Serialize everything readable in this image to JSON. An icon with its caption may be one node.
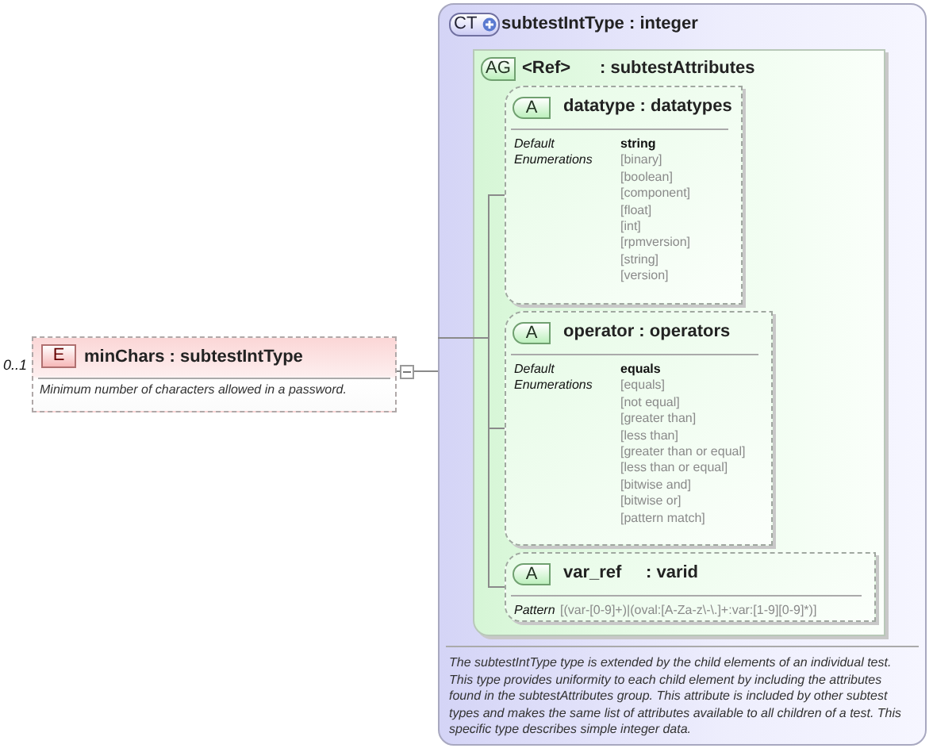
{
  "diagram": {
    "nodes": [
      {
        "text": [
          "E",
          "minChars : subtestIntType",
          "Minimum number of characters allowed in a password."
        ],
        "beside": [
          "0..1"
        ]
      },
      {
        "text": [
          "CT",
          "subtestIntType : integer",
          "The subtestIntType type is extended by the child elements of an individual test. This type provides uniformity to each child element by including the attributes found in the subtestAttributes group. This attribute is included by other subtest types and makes the same list of attributes available to all children of a test. This specific type describes simple integer data."
        ]
      },
      {
        "text": [
          "AG",
          "<Ref>",
          ": subtestAttributes"
        ],
        "in": 1
      },
      {
        "text": [
          "A",
          "datatype : datatypes",
          "Default",
          "Enumerations",
          "string",
          "[binary]",
          "[boolean]",
          "[component]",
          "[float]",
          "[int]",
          "[rpmversion]",
          "[string]",
          "[version]"
        ],
        "in": 2
      },
      {
        "text": [
          "A",
          "operator : operators",
          "Default",
          "Enumerations",
          "equals",
          "[equals]",
          "[not equal]",
          "[greater than]",
          "[less than]",
          "[greater than or equal]",
          "[less than or equal]",
          "[bitwise and]",
          "[bitwise or]",
          "[pattern match]"
        ],
        "in": 2
      },
      {
        "text": [
          "A",
          "var_ref",
          ": varid",
          "Pattern",
          "[(var-[0-9]+)|(oval:[A-Za-z\\-\\.]+:var:[1-9][0-9]*)]"
        ],
        "in": 2
      }
    ],
    "edges": [
      {
        "from": 0,
        "to": 1,
        "arrow": "none"
      },
      {
        "from": 1,
        "to": 2,
        "arrow": "none"
      },
      {
        "from": 2,
        "to": 3,
        "arrow": "none"
      },
      {
        "from": 2,
        "to": 4,
        "arrow": "none"
      },
      {
        "from": 2,
        "to": 5,
        "arrow": "none"
      }
    ]
  }
}
